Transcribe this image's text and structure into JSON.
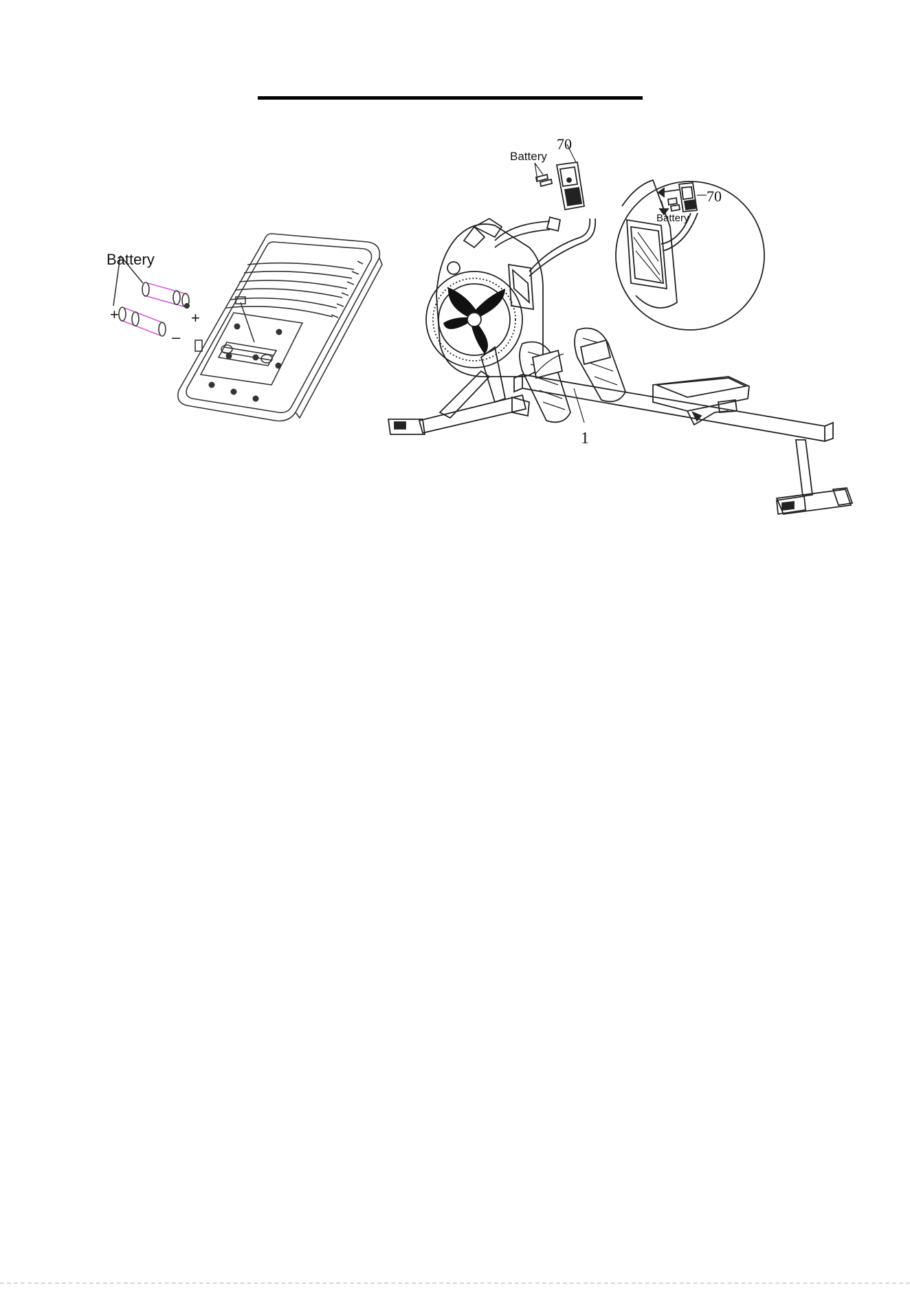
{
  "left_figure": {
    "battery_label": "Battery",
    "plus_top": "+",
    "plus_left": "+",
    "minus_bottom": "–"
  },
  "right_figure": {
    "part_console": "70",
    "battery_label": "Battery",
    "part_frame": "1",
    "detail_part_console": "70",
    "detail_battery_label": "Battery"
  },
  "colors": {
    "line": "#222222",
    "battery_accent": "#d35bd3"
  }
}
